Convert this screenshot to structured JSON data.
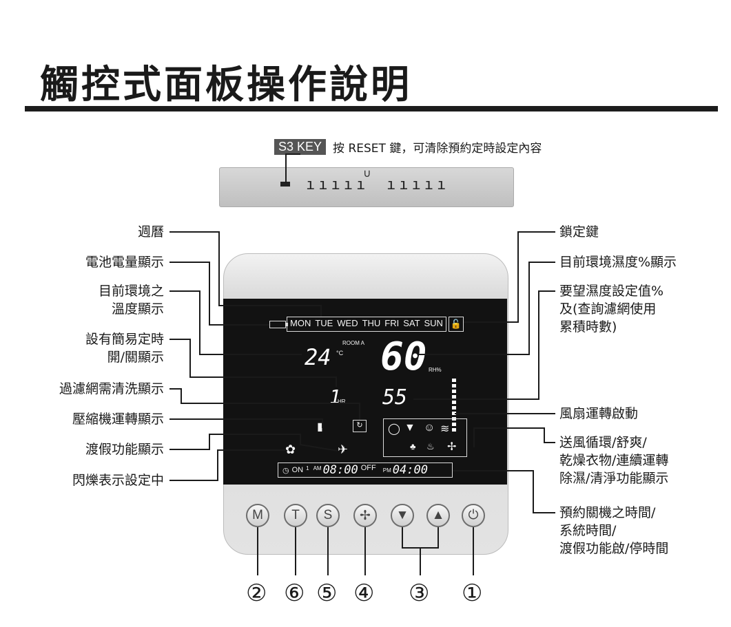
{
  "title": "觸控式面板操作說明",
  "s3": {
    "badge": "S3 KEY",
    "text": "按 RESET 鍵，可清除預約定時設定內容"
  },
  "lcd": {
    "week": [
      "MON",
      "TUE",
      "WED",
      "THU",
      "FRI",
      "SAT",
      "SUN"
    ],
    "room_label": "ROOM A",
    "temp": "24",
    "temp_unit": "°C",
    "humidity": "60",
    "humidity_unit": "RH%",
    "set_value": "55",
    "timer_hours": "1",
    "timer_unit": "HR",
    "on_label": "ON",
    "on_superscript": "1",
    "am_label": "AM",
    "on_time": "08:00",
    "off_label": "OFF",
    "pm_label": "PM",
    "off_time": "04:00"
  },
  "left_labels": [
    "週曆",
    "電池電量顯示",
    "目前環境之\n溫度顯示",
    "設有簡易定時\n開/關顯示",
    "過濾網需清洗顯示",
    "壓縮機運轉顯示",
    "渡假功能顯示",
    "閃爍表示設定中"
  ],
  "right_labels": [
    "鎖定鍵",
    "目前環境濕度%顯示",
    "要望濕度設定值%\n及(查詢濾網使用\n累積時數)",
    "風扇運轉啟動",
    "送風循環/舒爽/\n乾燥衣物/連續運轉\n除濕/清淨功能顯示",
    "預約關機之時間/\n系統時間/\n渡假功能啟/停時間"
  ],
  "buttons": [
    "M",
    "T",
    "S",
    "fan",
    "down",
    "up",
    "power"
  ],
  "numbers": [
    "②",
    "⑥",
    "⑤",
    "④",
    "③",
    "①"
  ]
}
